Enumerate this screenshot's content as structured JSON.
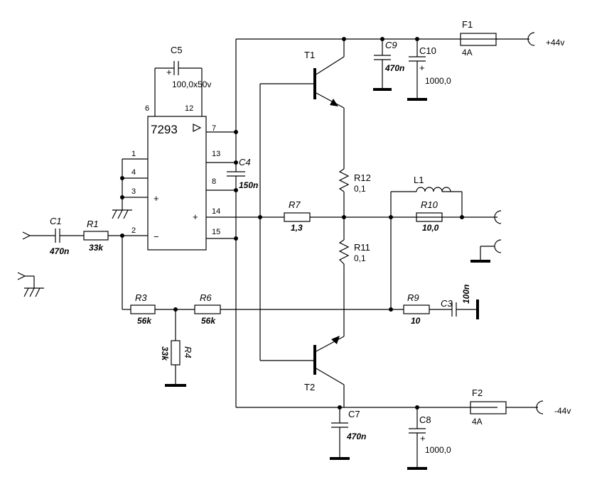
{
  "ic": {
    "name": "7293",
    "pins": [
      "6",
      "12",
      "7",
      "13",
      "8",
      "14",
      "15",
      "1",
      "4",
      "3",
      "2"
    ],
    "plus": "+",
    "minus": "−"
  },
  "components": {
    "c1": {
      "ref": "C1",
      "value": "470n"
    },
    "r1": {
      "ref": "R1",
      "value": "33k"
    },
    "c5": {
      "ref": "C5",
      "value": "100,0x50v"
    },
    "c4": {
      "ref": "C4",
      "value": "150n"
    },
    "t1": {
      "ref": "T1"
    },
    "t2": {
      "ref": "T2"
    },
    "c9": {
      "ref": "C9",
      "value": "470n"
    },
    "c10": {
      "ref": "C10",
      "value": "1000,0"
    },
    "f1": {
      "ref": "F1",
      "value": "4A"
    },
    "r12": {
      "ref": "R12",
      "value": "0,1"
    },
    "r11": {
      "ref": "R11",
      "value": "0,1"
    },
    "r7": {
      "ref": "R7",
      "value": "1,3"
    },
    "l1": {
      "ref": "L1"
    },
    "r10": {
      "ref": "R10",
      "value": "10,0"
    },
    "r3": {
      "ref": "R3",
      "value": "56k"
    },
    "r6": {
      "ref": "R6",
      "value": "56k"
    },
    "r4": {
      "ref": "R4",
      "value": "33k"
    },
    "r9": {
      "ref": "R9",
      "value": "10"
    },
    "c3": {
      "ref": "C3",
      "value": "100n"
    },
    "c7": {
      "ref": "C7",
      "value": "470n"
    },
    "c8": {
      "ref": "C8",
      "value": "1000,0"
    },
    "f2": {
      "ref": "F2",
      "value": "4A"
    }
  },
  "rails": {
    "pos": "+44v",
    "neg": "-44v"
  },
  "polarity_mark": "+"
}
